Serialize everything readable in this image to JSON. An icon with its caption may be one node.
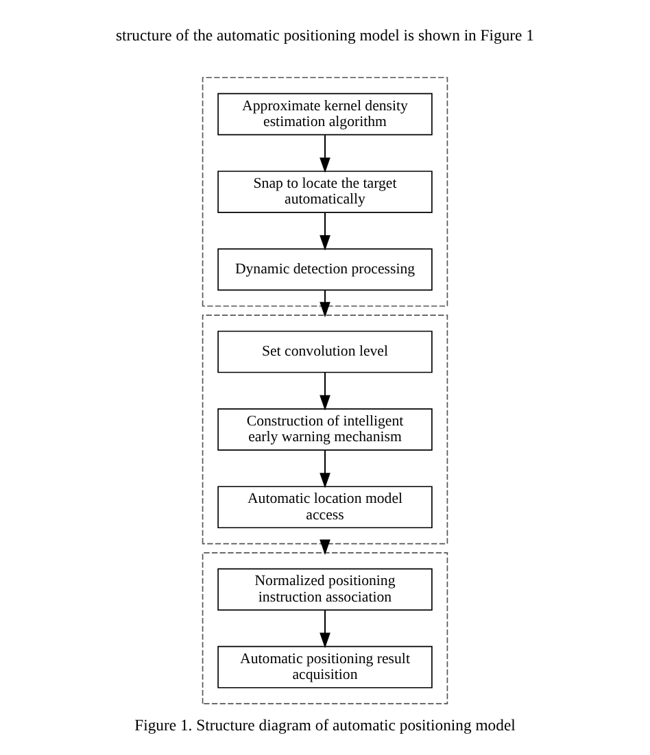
{
  "diagram": {
    "caption": "Figure 1. Structure diagram of automatic positioning model",
    "nodes": [
      {
        "text": [],
        "shape": "box"
      },
      {
        "text": [
          "Approximate kernel density estimation algorithm"
        ],
        "in": 0
      },
      {
        "text": [
          "Snap to locate the target automatically"
        ],
        "in": 0
      },
      {
        "text": [
          "Dynamic detection processing"
        ],
        "in": 0
      },
      {
        "text": [],
        "shape": "box"
      },
      {
        "text": [
          "Set convolution level"
        ],
        "in": 4
      },
      {
        "text": [
          "Construction of intelligent early warning mechanism"
        ],
        "in": 4
      },
      {
        "text": [
          "Automatic location model access"
        ],
        "in": 4
      },
      {
        "text": [],
        "shape": "box"
      },
      {
        "text": [
          "Normalized positioning instruction association"
        ],
        "in": 8
      },
      {
        "text": [
          "Automatic positioning result acquisition"
        ],
        "in": 8
      }
    ],
    "edges": [
      {
        "from": 1,
        "to": 2,
        "arrow": "to"
      },
      {
        "from": 2,
        "to": 3,
        "arrow": "to"
      },
      {
        "from": 3,
        "to": 4,
        "arrow": "to"
      },
      {
        "from": 4,
        "to": 8,
        "arrow": "to"
      },
      {
        "from": 5,
        "to": 6,
        "arrow": "to"
      },
      {
        "from": 6,
        "to": 7,
        "arrow": "to"
      },
      {
        "from": 9,
        "to": 10,
        "arrow": "to"
      }
    ],
    "labels": [
      "structure of the automatic positioning model is shown in Figure 1"
    ]
  }
}
